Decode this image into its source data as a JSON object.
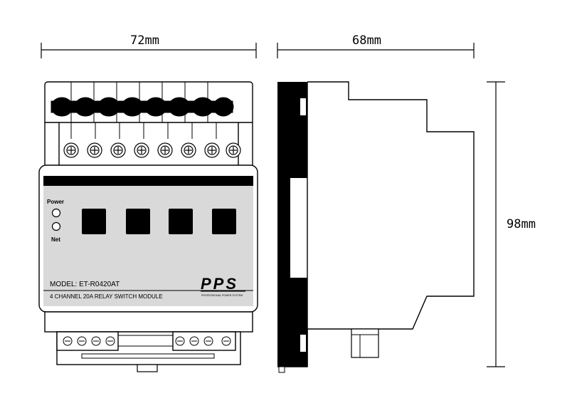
{
  "dimensions": {
    "width": "72mm",
    "depth": "68mm",
    "height": "98mm"
  },
  "front_panel": {
    "power_label": "Power",
    "net_label": "Net",
    "model_text": "MODEL: ET-R0420AT",
    "description_text": "4  CHANNEL 20A  RELAY SWITCH MODULE",
    "brand_logo": "PPS",
    "brand_tagline": "PROFESSIONAL POWER SYSTEM",
    "channel_count": 4
  },
  "colors": {
    "line": "#000000",
    "panel": "#d9d9d9",
    "body": "#ffffff"
  }
}
